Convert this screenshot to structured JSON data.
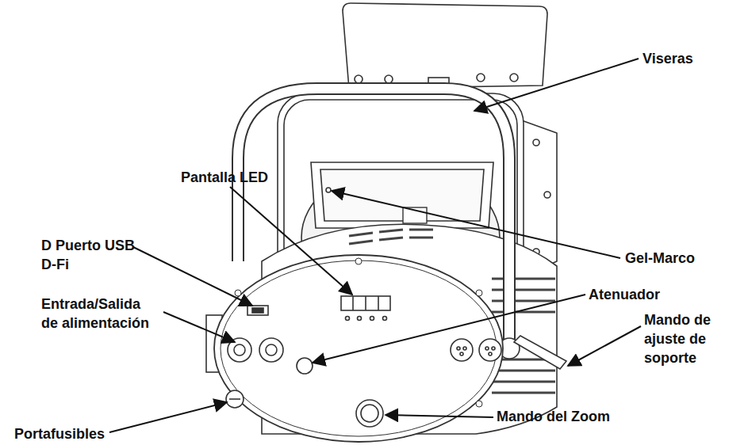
{
  "diagram": {
    "labels": [
      "Viseras",
      "Pantalla LED",
      "D Puerto USB D-Fi",
      "Gel-Marco",
      "Atenuador",
      "Entrada/Salida de alimentación",
      "Mando de ajuste de soporte",
      "Portafusibles",
      "Mando del Zoom"
    ]
  }
}
